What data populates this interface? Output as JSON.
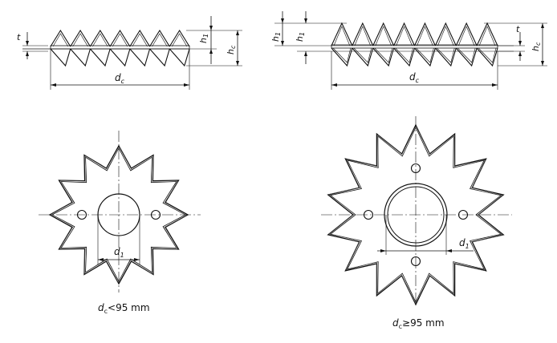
{
  "figure": {
    "side_view_left": {
      "t": "t",
      "h1": "h",
      "h1_sub": "1",
      "hc": "h",
      "hc_sub": "c",
      "dc": "d",
      "dc_sub": "c"
    },
    "side_view_right": {
      "h1a": "h",
      "h1a_sub": "1",
      "h1b": "h",
      "h1b_sub": "1",
      "t": "t",
      "hc": "h",
      "hc_sub": "c",
      "dc": "d",
      "dc_sub": "c"
    },
    "plan_left": {
      "d1": "d",
      "d1_sub": "1",
      "caption_d": "d",
      "caption_sub": "c",
      "caption_rest": "<95  mm"
    },
    "plan_right": {
      "d1": "d",
      "d1_sub": "1",
      "caption_d": "d",
      "caption_sub": "c",
      "caption_rest": "≥95  mm"
    }
  }
}
